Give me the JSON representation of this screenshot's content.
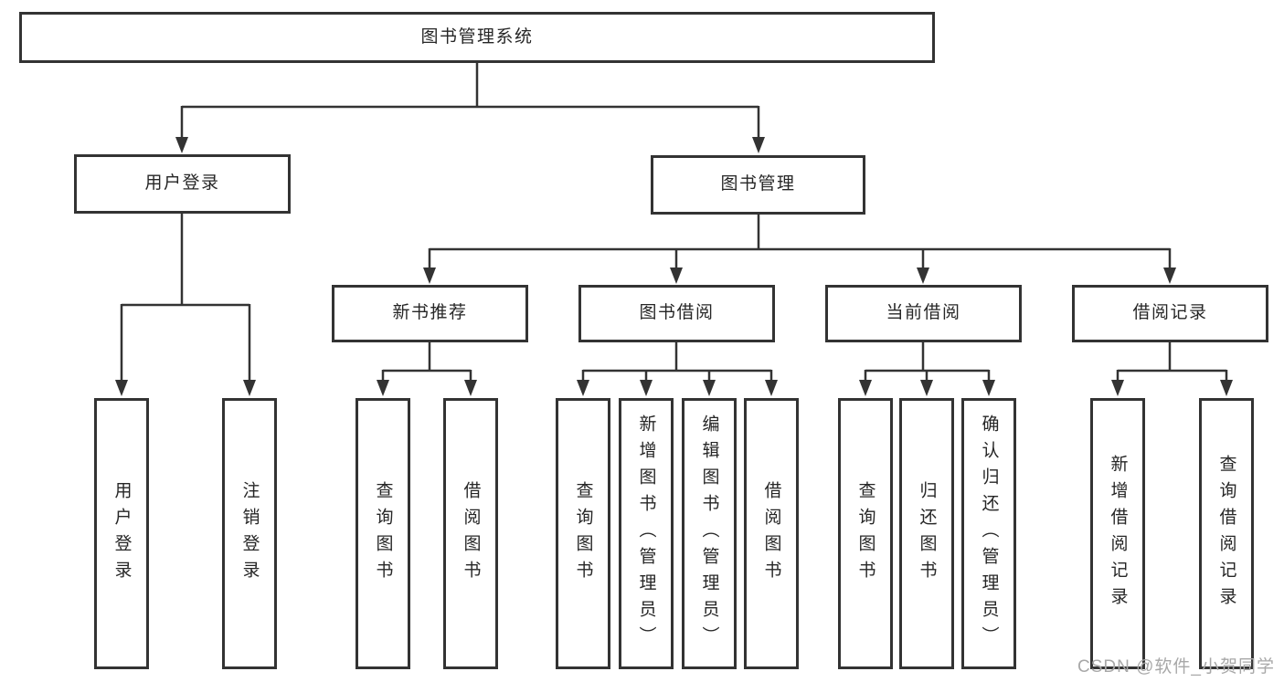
{
  "tree": {
    "root": {
      "label": "图书管理系统"
    },
    "user_login": {
      "label": "用户登录",
      "children": [
        {
          "label": "用户登录"
        },
        {
          "label": "注销登录"
        }
      ]
    },
    "book_management": {
      "label": "图书管理",
      "sections": [
        {
          "label": "新书推荐",
          "children": [
            {
              "label": "查询图书"
            },
            {
              "label": "借阅图书"
            }
          ]
        },
        {
          "label": "图书借阅",
          "children": [
            {
              "label": "查询图书"
            },
            {
              "label": "新增图书（管理员）"
            },
            {
              "label": "编辑图书（管理员）"
            },
            {
              "label": "借阅图书"
            }
          ]
        },
        {
          "label": "当前借阅",
          "children": [
            {
              "label": "查询图书"
            },
            {
              "label": "归还图书"
            },
            {
              "label": "确认归还（管理员）"
            }
          ]
        },
        {
          "label": "借阅记录",
          "children": [
            {
              "label": "新增借阅记录"
            },
            {
              "label": "查询借阅记录"
            }
          ]
        }
      ]
    }
  },
  "watermark": "CSDN @软件_小贺同学",
  "colors": {
    "line": "#333333",
    "box_border": "#333333",
    "text": "#262626",
    "watermark": "#a8a8a8",
    "background": "#ffffff"
  }
}
